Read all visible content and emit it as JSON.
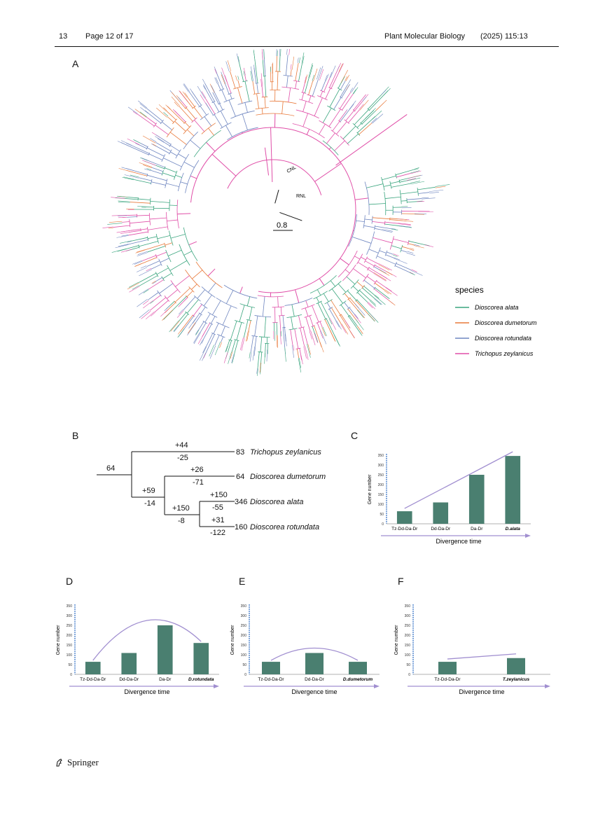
{
  "header": {
    "page_number": "13",
    "page_info": "Page 12 of 17",
    "journal": "Plant Molecular Biology",
    "citation": "(2025) 115:13"
  },
  "panels": {
    "a": "A",
    "b": "B",
    "c": "C",
    "d": "D",
    "e": "E",
    "f": "F"
  },
  "tree": {
    "scale_label": "0.8",
    "clade_labels": [
      "CNL",
      "RNL"
    ],
    "legend_title": "species",
    "species": [
      {
        "name": "Dioscorea alata",
        "color": "#3aa57e"
      },
      {
        "name": "Dioscorea dumetorum",
        "color": "#e8793a"
      },
      {
        "name": "Dioscorea rotundata",
        "color": "#6f86c0"
      },
      {
        "name": "Trichopus zeylanicus",
        "color": "#e04fa8"
      }
    ]
  },
  "cladogram": {
    "root_count": "64",
    "nodes": [
      {
        "gain": "+44",
        "loss": "-25",
        "count": "83",
        "taxon": "Trichopus zeylanicus"
      },
      {
        "gain": "+59",
        "loss": "-14"
      },
      {
        "gain": "+26",
        "loss": "-71",
        "count": "64",
        "taxon": "Dioscorea dumetorum"
      },
      {
        "gain": "+150",
        "loss": "-8"
      },
      {
        "gain": "+150",
        "loss": "-55",
        "count": "346",
        "taxon": "Dioscorea alata"
      },
      {
        "gain": "+31",
        "loss": "-122",
        "count": "160",
        "taxon": "Dioscorea rotundata"
      }
    ]
  },
  "chart_data": [
    {
      "panel": "C",
      "type": "bar",
      "categories": [
        "Tz-Dd-Da-Dr",
        "Dd-Da-Dr",
        "Da-Dr",
        "D.alata"
      ],
      "values": [
        64,
        109,
        250,
        346
      ],
      "ylabel": "Gene number",
      "xlabel": "Divergence time",
      "ylim": [
        0,
        350
      ],
      "yticks": [
        0,
        50,
        100,
        150,
        200,
        250,
        300,
        350
      ],
      "trend": "line",
      "bar_color": "#4a7f70",
      "trend_color": "#a18fd0"
    },
    {
      "panel": "D",
      "type": "bar",
      "categories": [
        "Tz-Dd-Da-Dr",
        "Dd-Da-Dr",
        "Da-Dr",
        "D.rotundata"
      ],
      "values": [
        64,
        109,
        250,
        160
      ],
      "ylabel": "Gene number",
      "xlabel": "Divergence time",
      "ylim": [
        0,
        350
      ],
      "yticks": [
        0,
        50,
        100,
        150,
        200,
        250,
        300,
        350
      ],
      "trend": "curve",
      "bar_color": "#4a7f70",
      "trend_color": "#a18fd0"
    },
    {
      "panel": "E",
      "type": "bar",
      "categories": [
        "Tz-Dd-Da-Dr",
        "Dd-Da-Dr",
        "D.dumetorum"
      ],
      "values": [
        64,
        109,
        64
      ],
      "ylabel": "Gene number",
      "xlabel": "Divergence time",
      "ylim": [
        0,
        350
      ],
      "yticks": [
        0,
        50,
        100,
        150,
        200,
        250,
        300,
        350
      ],
      "trend": "curve",
      "bar_color": "#4a7f70",
      "trend_color": "#a18fd0"
    },
    {
      "panel": "F",
      "type": "bar",
      "categories": [
        "Tz-Dd-Da-Dr",
        "T.zeylanicus"
      ],
      "values": [
        64,
        83
      ],
      "ylabel": "Gene number",
      "xlabel": "Divergence time",
      "ylim": [
        0,
        350
      ],
      "yticks": [
        0,
        50,
        100,
        150,
        200,
        250,
        300,
        350
      ],
      "trend": "line",
      "bar_color": "#4a7f70",
      "trend_color": "#a18fd0"
    }
  ],
  "footer": {
    "publisher": "Springer"
  }
}
